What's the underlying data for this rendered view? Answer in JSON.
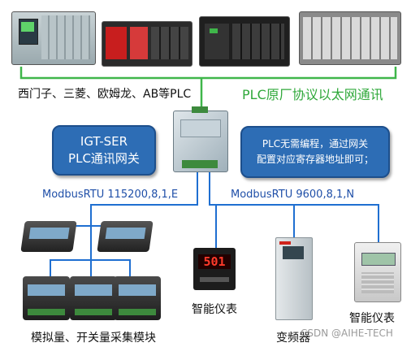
{
  "top": {
    "plc_brands_label": "西门子、三菱、欧姆龙、AB等PLC",
    "ethernet_label": "PLC原厂协议以太网通讯"
  },
  "gateway_box": {
    "line1": "IGT-SER",
    "line2": "PLC通讯网关"
  },
  "info_box": {
    "line1": "PLC无需编程，通过网关",
    "line2": "配置对应寄存器地址即可；"
  },
  "links": {
    "left": "ModbusRTU 115200,8,1,E",
    "right": "ModbusRTU 9600,8,1,N"
  },
  "devices": {
    "smart_meter_left": "智能仪表",
    "inverter": "变频器",
    "smart_meter_right": "智能仪表",
    "io_modules": "模拟量、开关量采集模块",
    "meter_display": "501"
  },
  "watermark": "CSDN @AIHE-TECH",
  "colors": {
    "line_blue": "#1f6fd1",
    "line_green": "#3fb64a",
    "label_blue": "#1f4fa8",
    "label_green": "#2fa83a",
    "box_blue": "#2d6db5"
  }
}
